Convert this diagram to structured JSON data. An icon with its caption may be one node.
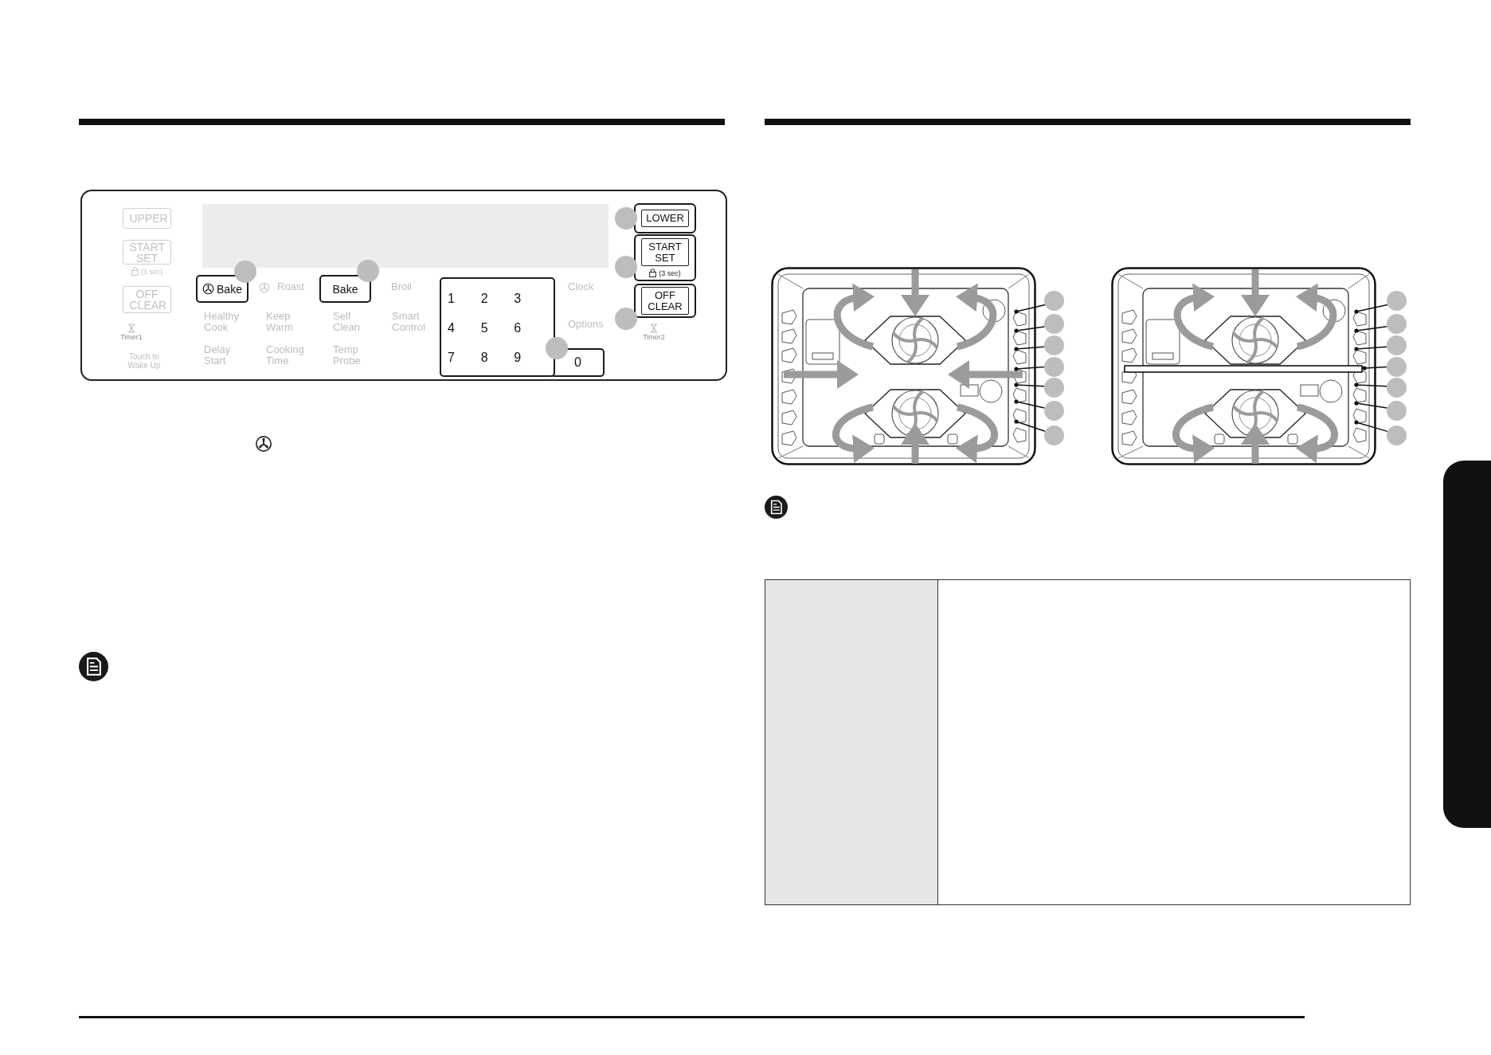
{
  "diagram": {
    "nodes": [
      {
        "text": [],
        "shape": "box"
      },
      {
        "text": [
          "UPPER"
        ],
        "in": 0
      },
      {
        "text": [
          "START SET"
        ],
        "in": 0,
        "beside": [
          "(3 sec)"
        ]
      },
      {
        "text": [
          "OFF CLEAR"
        ],
        "in": 0
      },
      {
        "text": [
          "Bake"
        ],
        "in": 0
      },
      {
        "text": [
          "Bake"
        ],
        "in": 0
      },
      {
        "text": [
          "1",
          "2",
          "3",
          "4",
          "5",
          "6",
          "7",
          "8",
          "9"
        ],
        "in": 0
      },
      {
        "text": [
          "0"
        ],
        "in": 0
      },
      {
        "text": [
          "LOWER"
        ],
        "in": 0
      },
      {
        "text": [
          "START SET",
          "(3 sec)"
        ],
        "in": 0
      },
      {
        "text": [
          "OFF CLEAR"
        ],
        "in": 0
      },
      {
        "text": [],
        "shape": "circle",
        "in": 0
      },
      {
        "text": [],
        "shape": "circle",
        "in": 0
      },
      {
        "text": [],
        "shape": "circle",
        "in": 0
      },
      {
        "text": [],
        "shape": "circle",
        "in": 0
      },
      {
        "text": [],
        "shape": "circle",
        "in": 0
      },
      {
        "text": [],
        "shape": "circle",
        "in": 0
      },
      {
        "text": [],
        "shape": "circle"
      },
      {
        "text": [],
        "shape": "circle"
      },
      {
        "text": [],
        "shape": "circle"
      },
      {
        "text": [],
        "shape": "circle"
      },
      {
        "text": [],
        "shape": "circle"
      },
      {
        "text": [],
        "shape": "circle"
      },
      {
        "text": [],
        "shape": "circle"
      },
      {
        "text": [],
        "shape": "circle"
      },
      {
        "text": [],
        "shape": "circle"
      },
      {
        "text": [],
        "shape": "circle"
      },
      {
        "text": [],
        "shape": "circle"
      },
      {
        "text": [],
        "shape": "circle"
      },
      {
        "text": [],
        "shape": "circle"
      },
      {
        "text": [],
        "shape": "circle"
      },
      {
        "text": [],
        "shape": "box",
        "in": 0
      },
      {
        "text": [],
        "shape": "picture"
      },
      {
        "text": [],
        "shape": "picture"
      },
      {
        "text": [],
        "shape": "bar"
      }
    ],
    "edges": [
      {
        "from": 17,
        "to": 32,
        "arrow": "other"
      },
      {
        "from": 18,
        "to": 32,
        "arrow": "other"
      },
      {
        "from": 19,
        "to": 32,
        "arrow": "other"
      },
      {
        "from": 20,
        "to": 32,
        "arrow": "other"
      },
      {
        "from": 21,
        "to": 32,
        "arrow": "other"
      },
      {
        "from": 22,
        "to": 32,
        "arrow": "other"
      },
      {
        "from": 23,
        "to": 32,
        "arrow": "other"
      },
      {
        "from": 24,
        "to": 33,
        "arrow": "other"
      },
      {
        "from": 25,
        "to": 33,
        "arrow": "other"
      },
      {
        "from": 26,
        "to": 33,
        "arrow": "other"
      },
      {
        "from": 27,
        "to": 33,
        "arrow": "other"
      },
      {
        "from": 28,
        "to": 33,
        "arrow": "other"
      },
      {
        "from": 29,
        "to": 33,
        "arrow": "other"
      },
      {
        "from": 30,
        "to": 33,
        "arrow": "other"
      }
    ],
    "labels": [
      "Roast",
      "Broil",
      "Clock",
      "Healthy Cook",
      "Keep Warm",
      "Self Clean",
      "Smart Control",
      "Options",
      "Timer1",
      "Timer2",
      "Touch to Wake Up",
      "Delay Start",
      "Cooking Time",
      "Temp Probe"
    ]
  }
}
